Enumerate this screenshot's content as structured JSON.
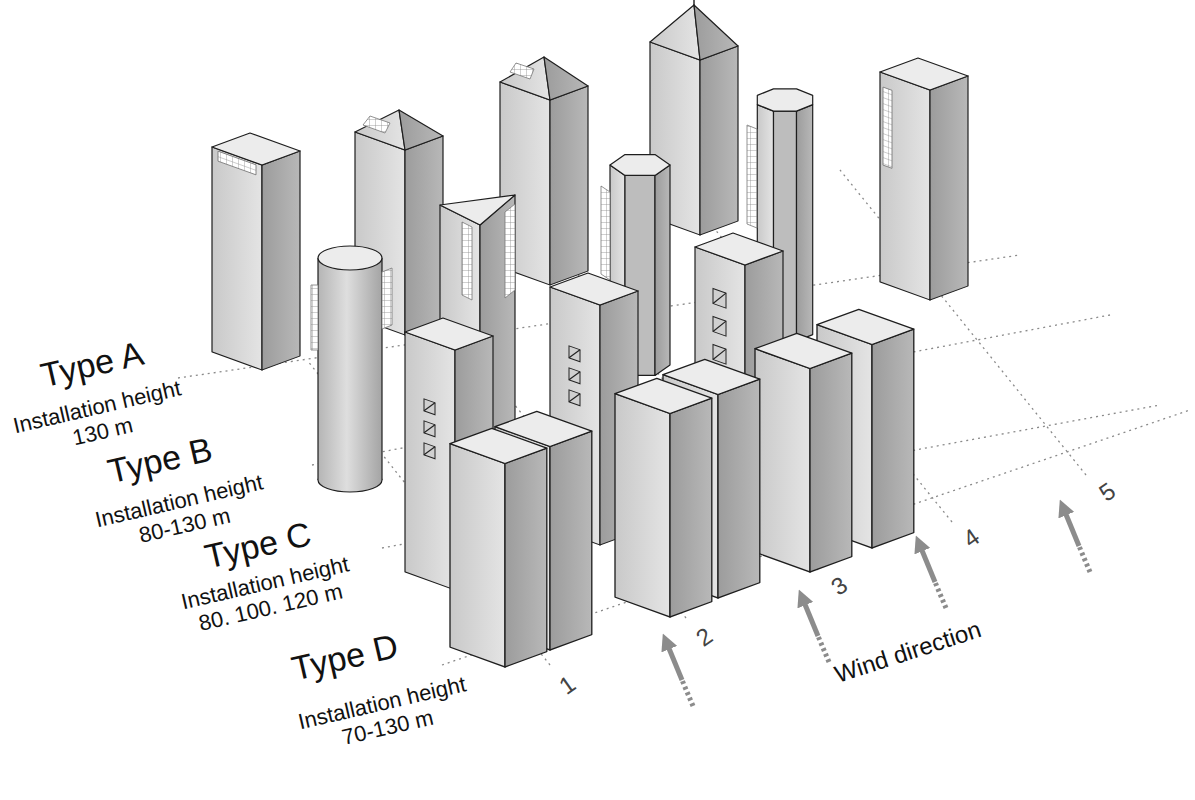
{
  "diagram": {
    "labels": [
      "Type A",
      "Installation height 130 m",
      "Type B",
      "Installation height 80-130 m",
      "Type C",
      "Installation height 80. 100. 120 m",
      "Type D",
      "Installation height 70-130 m",
      "1",
      "2",
      "3",
      "4",
      "5",
      "Wind direction"
    ]
  }
}
